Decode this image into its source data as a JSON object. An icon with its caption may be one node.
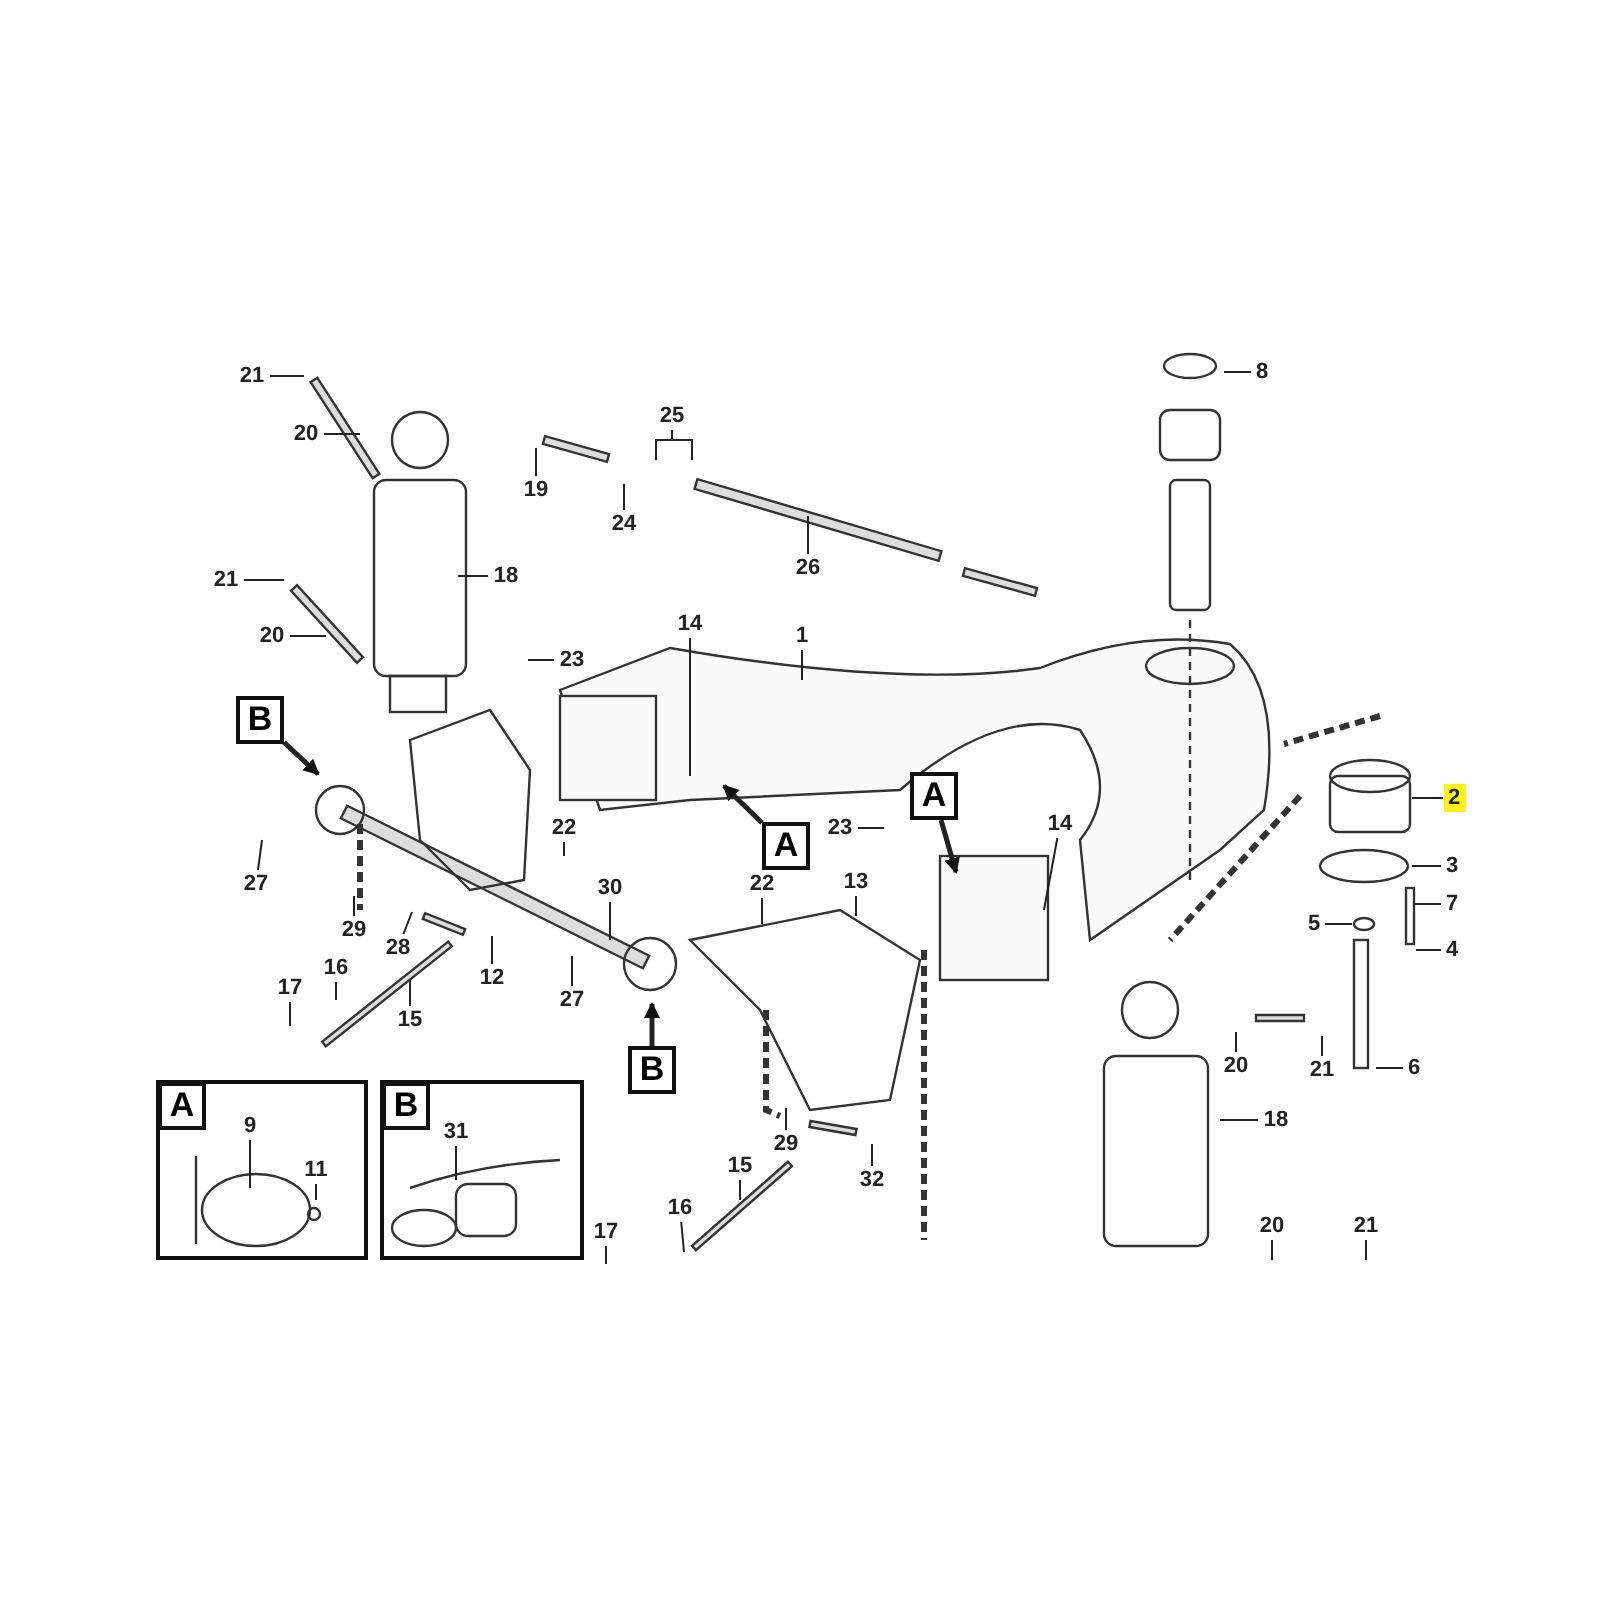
{
  "diagram": {
    "nodes": [
      {
        "text": [
          "21"
        ]
      },
      {
        "text": [
          "20"
        ]
      },
      {
        "text": [
          "19"
        ]
      },
      {
        "text": [
          "25"
        ]
      },
      {
        "text": [
          "24"
        ]
      },
      {
        "text": [
          "26"
        ]
      },
      {
        "text": [
          "8"
        ]
      },
      {
        "text": [
          "21"
        ]
      },
      {
        "text": [
          "18"
        ]
      },
      {
        "text": [
          "20"
        ]
      },
      {
        "text": [
          "23"
        ]
      },
      {
        "text": [
          "14"
        ]
      },
      {
        "text": [
          "1"
        ]
      },
      {
        "text": [
          "B"
        ]
      },
      {
        "text": [
          "A"
        ]
      },
      {
        "text": [
          "A"
        ]
      },
      {
        "text": [
          "23"
        ]
      },
      {
        "text": [
          "14"
        ]
      },
      {
        "text": [
          "2"
        ]
      },
      {
        "text": [
          "27"
        ]
      },
      {
        "text": [
          "22"
        ]
      },
      {
        "text": [
          "3"
        ]
      },
      {
        "text": [
          "29"
        ]
      },
      {
        "text": [
          "28"
        ]
      },
      {
        "text": [
          "30"
        ]
      },
      {
        "text": [
          "22"
        ]
      },
      {
        "text": [
          "13"
        ]
      },
      {
        "text": [
          "5"
        ]
      },
      {
        "text": [
          "7"
        ]
      },
      {
        "text": [
          "12"
        ]
      },
      {
        "text": [
          "27"
        ]
      },
      {
        "text": [
          "17"
        ]
      },
      {
        "text": [
          "16"
        ]
      },
      {
        "text": [
          "15"
        ]
      },
      {
        "text": [
          "B"
        ]
      },
      {
        "text": [
          "20"
        ]
      },
      {
        "text": [
          "21"
        ]
      },
      {
        "text": [
          "6"
        ]
      },
      {
        "text": [
          "4"
        ]
      },
      {
        "text": [
          "29"
        ]
      },
      {
        "text": [
          "32"
        ]
      },
      {
        "text": [
          "15"
        ]
      },
      {
        "text": [
          "18"
        ]
      },
      {
        "text": [
          "17"
        ]
      },
      {
        "text": [
          "16"
        ]
      },
      {
        "text": [
          "20"
        ]
      },
      {
        "text": [
          "21"
        ]
      },
      {
        "text": [],
        "shape": "box"
      },
      {
        "text": [
          "A"
        ],
        "in": 47
      },
      {
        "text": [
          "9"
        ],
        "in": 47
      },
      {
        "text": [
          "11"
        ],
        "in": 47
      },
      {
        "text": [],
        "shape": "box"
      },
      {
        "text": [
          "B"
        ],
        "in": 51
      },
      {
        "text": [
          "31"
        ],
        "in": 51
      }
    ],
    "edges": [
      {
        "from": 0,
        "to": null,
        "arrow": "none"
      },
      {
        "from": 1,
        "to": null,
        "arrow": "none"
      },
      {
        "from": 2,
        "to": null,
        "arrow": "none"
      },
      {
        "from": 3,
        "to": null,
        "arrow": "none"
      },
      {
        "from": 3,
        "to": null,
        "arrow": "none"
      },
      {
        "from": 4,
        "to": null,
        "arrow": "none"
      },
      {
        "from": 5,
        "to": null,
        "arrow": "none"
      },
      {
        "from": 6,
        "to": null,
        "arrow": "none"
      },
      {
        "from": 7,
        "to": null,
        "arrow": "none"
      },
      {
        "from": 8,
        "to": null,
        "arrow": "none"
      },
      {
        "from": 9,
        "to": null,
        "arrow": "none"
      },
      {
        "from": 10,
        "to": null,
        "arrow": "none"
      },
      {
        "from": 11,
        "to": null,
        "arrow": "none"
      },
      {
        "from": 12,
        "to": null,
        "arrow": "none"
      },
      {
        "from": 13,
        "to": null,
        "arrow": "to",
        "style": "thick"
      },
      {
        "from": 14,
        "to": null,
        "arrow": "to",
        "style": "thick"
      },
      {
        "from": 15,
        "to": null,
        "arrow": "to",
        "style": "thick"
      },
      {
        "from": 16,
        "to": null,
        "arrow": "none"
      },
      {
        "from": 17,
        "to": null,
        "arrow": "none"
      },
      {
        "from": 18,
        "to": null,
        "arrow": "none"
      },
      {
        "from": 19,
        "to": null,
        "arrow": "none"
      },
      {
        "from": 20,
        "to": null,
        "arrow": "none"
      },
      {
        "from": 21,
        "to": null,
        "arrow": "none"
      },
      {
        "from": 22,
        "to": null,
        "arrow": "none"
      },
      {
        "from": 23,
        "to": null,
        "arrow": "none"
      },
      {
        "from": 24,
        "to": null,
        "arrow": "none"
      },
      {
        "from": 25,
        "to": null,
        "arrow": "none"
      },
      {
        "from": 26,
        "to": null,
        "arrow": "none"
      },
      {
        "from": 27,
        "to": null,
        "arrow": "none"
      },
      {
        "from": 28,
        "to": null,
        "arrow": "none"
      },
      {
        "from": 29,
        "to": null,
        "arrow": "none"
      },
      {
        "from": 30,
        "to": null,
        "arrow": "none"
      },
      {
        "from": 31,
        "to": null,
        "arrow": "none"
      },
      {
        "from": 32,
        "to": null,
        "arrow": "none"
      },
      {
        "from": 33,
        "to": null,
        "arrow": "none"
      },
      {
        "from": 34,
        "to": null,
        "arrow": "to",
        "style": "thick"
      },
      {
        "from": 35,
        "to": null,
        "arrow": "none"
      },
      {
        "from": 36,
        "to": null,
        "arrow": "none"
      },
      {
        "from": 37,
        "to": null,
        "arrow": "none"
      },
      {
        "from": 38,
        "to": null,
        "arrow": "none"
      },
      {
        "from": 39,
        "to": null,
        "arrow": "none"
      },
      {
        "from": 40,
        "to": null,
        "arrow": "none"
      },
      {
        "from": 41,
        "to": null,
        "arrow": "none"
      },
      {
        "from": 42,
        "to": null,
        "arrow": "none"
      },
      {
        "from": 43,
        "to": null,
        "arrow": "none"
      },
      {
        "from": 44,
        "to": null,
        "arrow": "none"
      },
      {
        "from": 45,
        "to": null,
        "arrow": "none"
      },
      {
        "from": 46,
        "to": null,
        "arrow": "none"
      },
      {
        "from": 49,
        "to": null,
        "arrow": "none"
      },
      {
        "from": 50,
        "to": null,
        "arrow": "none"
      },
      {
        "from": 53,
        "to": null,
        "arrow": "none"
      }
    ]
  }
}
